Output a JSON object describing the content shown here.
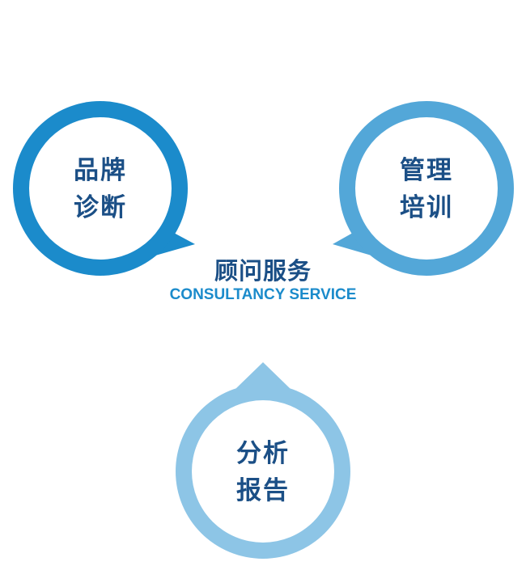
{
  "title": "顾问服务",
  "subtitle": "CONSULTANCY SERVICE",
  "nodes": [
    {
      "line1": "品牌",
      "line2": "诊断",
      "color": "#1b8bcb"
    },
    {
      "line1": "管理",
      "line2": "培训",
      "color": "#53a7d8"
    },
    {
      "line1": "分析",
      "line2": "报告",
      "color": "#8dc5e6"
    }
  ]
}
